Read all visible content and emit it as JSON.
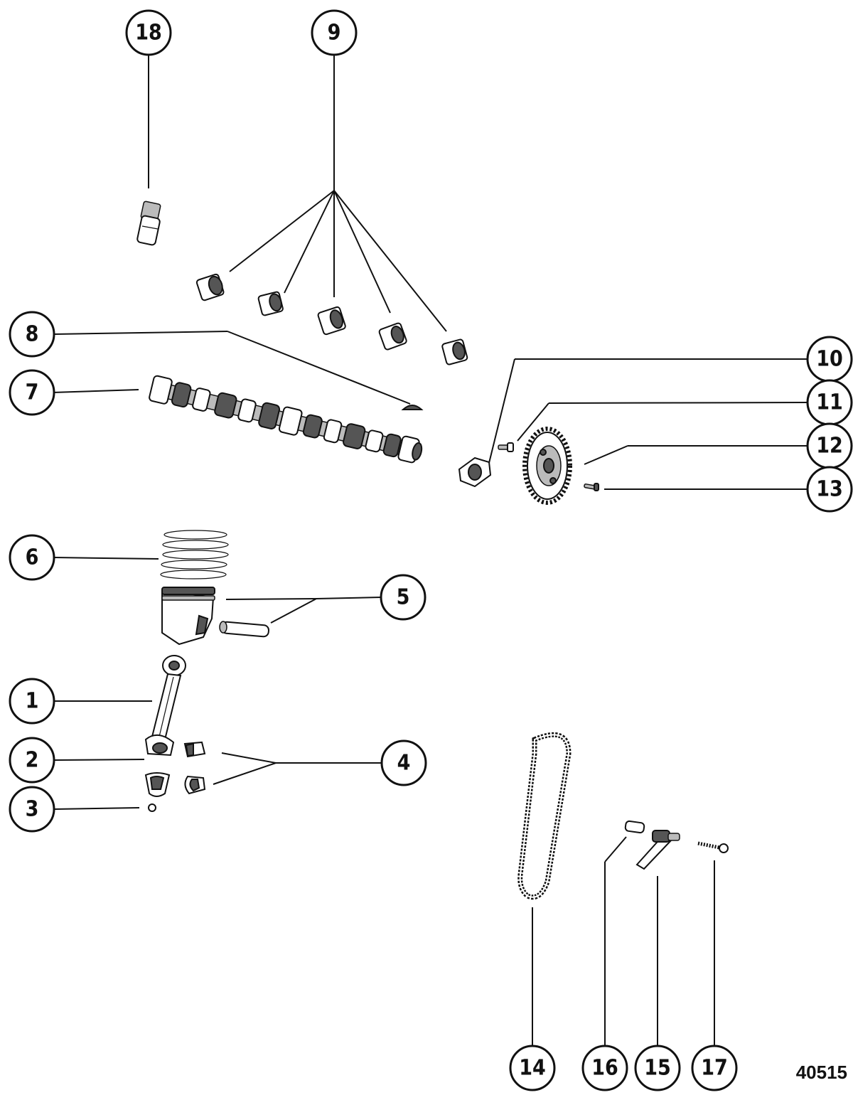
{
  "figure_number": "40515",
  "callouts": [
    {
      "id": "c1",
      "label": "1"
    },
    {
      "id": "c2",
      "label": "2"
    },
    {
      "id": "c3",
      "label": "3"
    },
    {
      "id": "c4",
      "label": "4"
    },
    {
      "id": "c5",
      "label": "5"
    },
    {
      "id": "c6",
      "label": "6"
    },
    {
      "id": "c7",
      "label": "7"
    },
    {
      "id": "c8",
      "label": "8"
    },
    {
      "id": "c9",
      "label": "9"
    },
    {
      "id": "c10",
      "label": "10"
    },
    {
      "id": "c11",
      "label": "11"
    },
    {
      "id": "c12",
      "label": "12"
    },
    {
      "id": "c13",
      "label": "13"
    },
    {
      "id": "c14",
      "label": "14"
    },
    {
      "id": "c15",
      "label": "15"
    },
    {
      "id": "c16",
      "label": "16"
    },
    {
      "id": "c17",
      "label": "17"
    },
    {
      "id": "c18",
      "label": "18"
    }
  ]
}
